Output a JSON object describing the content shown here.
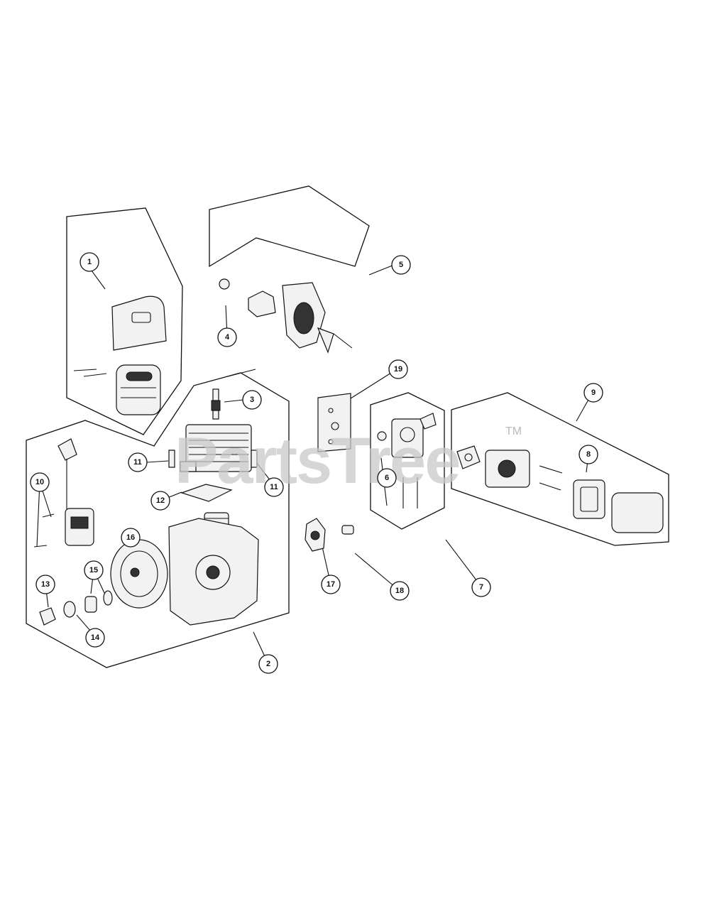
{
  "watermark": {
    "text": "PartsTree",
    "trademark": "TM"
  },
  "callouts": [
    {
      "id": "callout-1",
      "label": "1"
    },
    {
      "id": "callout-2",
      "label": "2"
    },
    {
      "id": "callout-3",
      "label": "3"
    },
    {
      "id": "callout-4",
      "label": "4"
    },
    {
      "id": "callout-5",
      "label": "5"
    },
    {
      "id": "callout-6",
      "label": "6"
    },
    {
      "id": "callout-7",
      "label": "7"
    },
    {
      "id": "callout-8",
      "label": "8"
    },
    {
      "id": "callout-9",
      "label": "9"
    },
    {
      "id": "callout-10",
      "label": "10"
    },
    {
      "id": "callout-11a",
      "label": "11"
    },
    {
      "id": "callout-11b",
      "label": "11"
    },
    {
      "id": "callout-12",
      "label": "12"
    },
    {
      "id": "callout-13",
      "label": "13"
    },
    {
      "id": "callout-14",
      "label": "14"
    },
    {
      "id": "callout-15",
      "label": "15"
    },
    {
      "id": "callout-16",
      "label": "16"
    },
    {
      "id": "callout-17",
      "label": "17"
    },
    {
      "id": "callout-18",
      "label": "18"
    },
    {
      "id": "callout-19",
      "label": "19"
    }
  ]
}
